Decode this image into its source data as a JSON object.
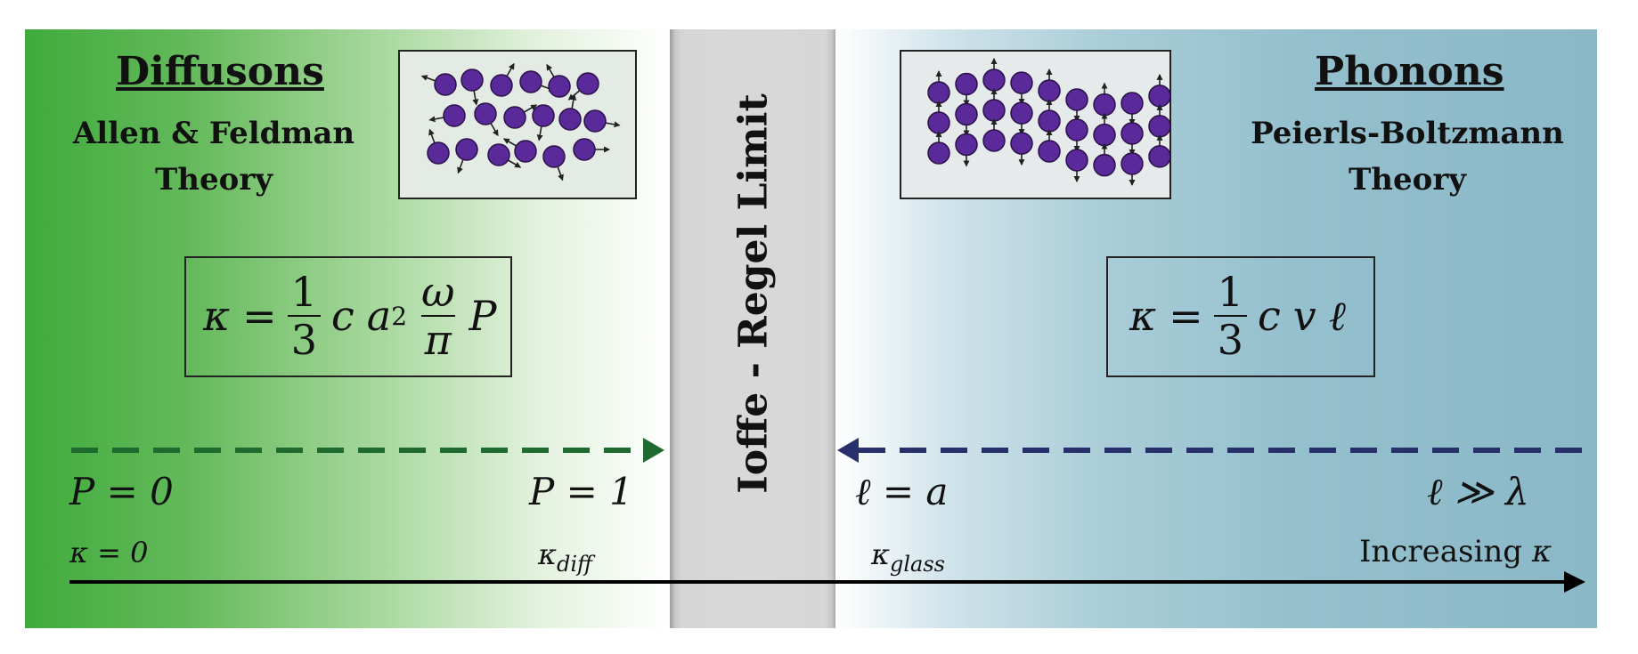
{
  "left": {
    "title": "Diffusons",
    "subtitle_line1": "Allen & Feldman",
    "subtitle_line2": "Theory",
    "formula": {
      "lhs": "κ",
      "eq": "=",
      "frac1_num": "1",
      "frac1_den": "3",
      "c": "c",
      "a": "a",
      "a_exp": "2",
      "frac2_num": "ω",
      "frac2_den": "π",
      "p": "P"
    },
    "label_start": "P = 0",
    "label_end": "P = 1",
    "kappa_zero": "κ = 0",
    "kappa_diff_base": "κ",
    "kappa_diff_sub": "diff",
    "arrow_color": "#1f6b2f"
  },
  "center": {
    "label": "Ioffe - Regel  Limit"
  },
  "right": {
    "title": "Phonons",
    "subtitle_line1": "Peierls-Boltzmann",
    "subtitle_line2": "Theory",
    "formula": {
      "lhs": "κ",
      "eq": "=",
      "frac_num": "1",
      "frac_den": "3",
      "c": "c",
      "v": "v",
      "l": "ℓ"
    },
    "label_start": "ℓ = a",
    "label_end": "ℓ ≫ λ",
    "kappa_glass_base": "κ",
    "kappa_glass_sub": "glass",
    "increasing_text": "Increasing",
    "increasing_symbol": "κ",
    "arrow_color": "#28306b"
  },
  "atom_color": "#5b2a9a"
}
